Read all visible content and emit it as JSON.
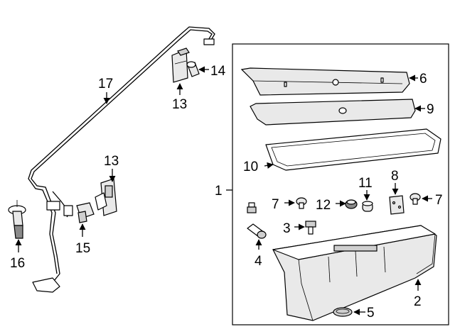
{
  "diagram": {
    "callouts": {
      "c1": "1",
      "c2": "2",
      "c3": "3",
      "c4": "4",
      "c5": "5",
      "c6": "6",
      "c7a": "7",
      "c7b": "7",
      "c8": "8",
      "c9": "9",
      "c10": "10",
      "c11": "11",
      "c12": "12",
      "c13a": "13",
      "c13b": "13",
      "c14": "14",
      "c15": "15",
      "c16": "16",
      "c17": "17"
    }
  }
}
